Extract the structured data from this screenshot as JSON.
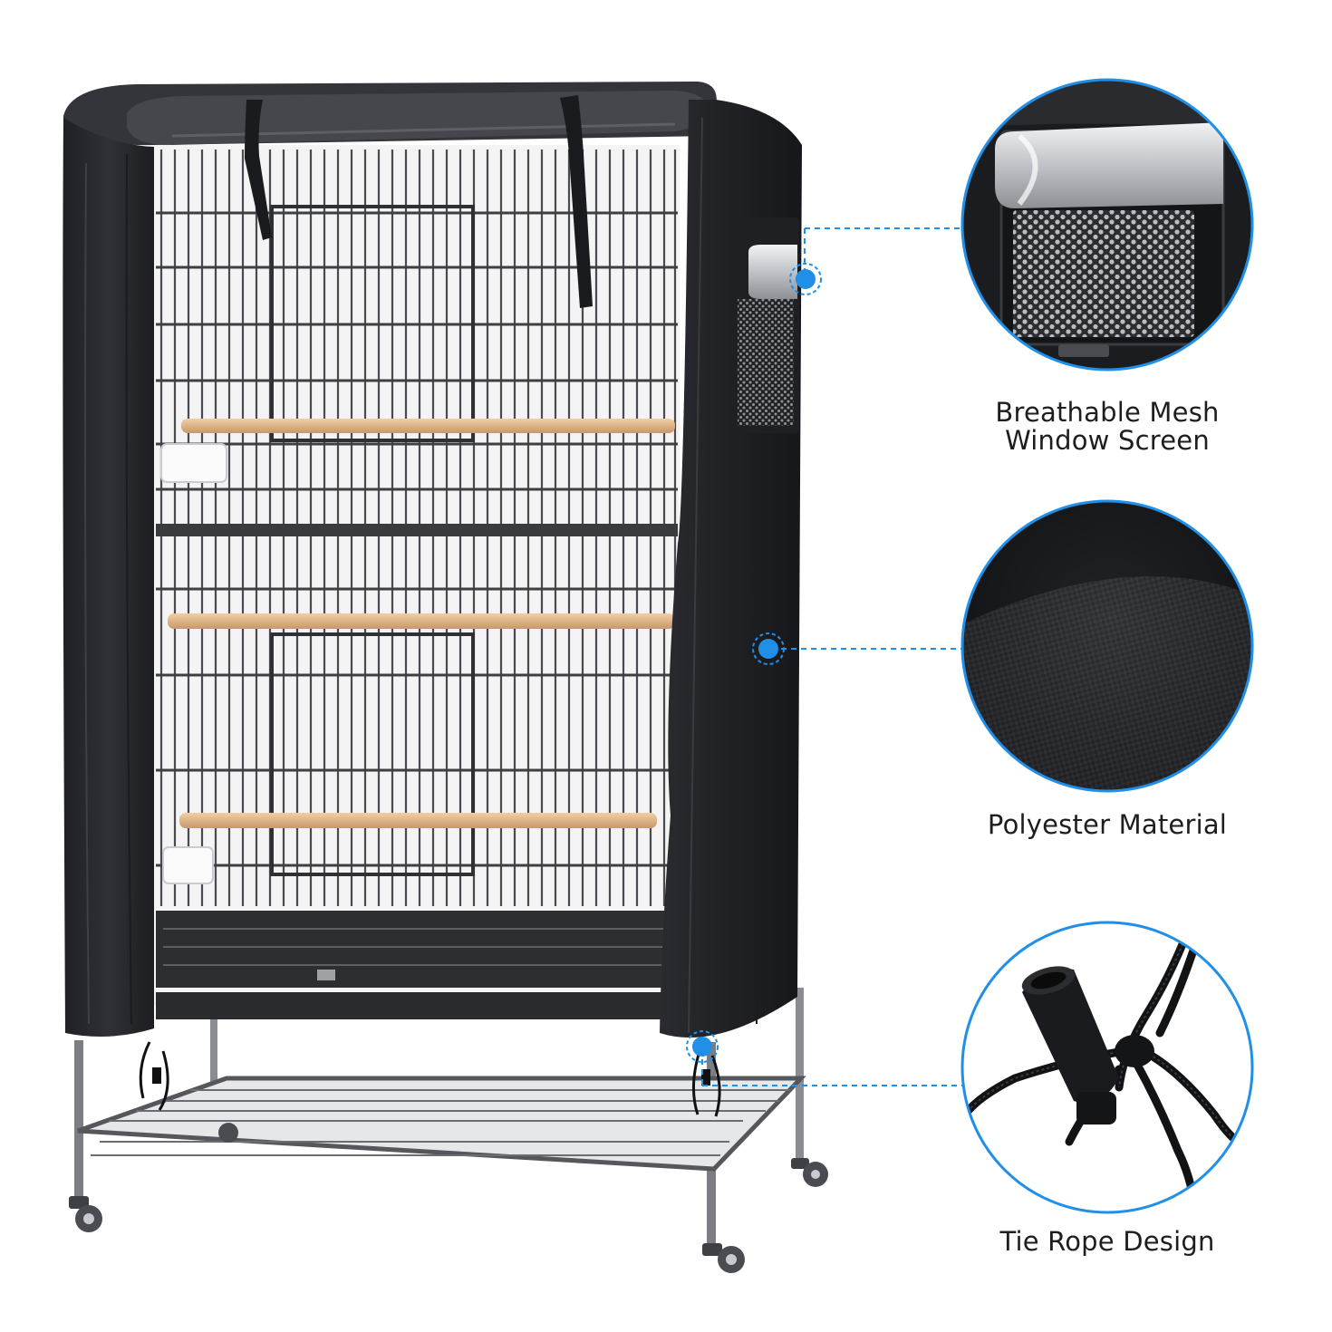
{
  "features": [
    {
      "id": "mesh",
      "lines": [
        "Breathable Mesh",
        "Window Screen"
      ],
      "icon": "mesh-window-detail"
    },
    {
      "id": "polyester",
      "lines": [
        "Polyester Material"
      ],
      "icon": "fabric-texture-detail"
    },
    {
      "id": "rope",
      "lines": [
        "Tie Rope Design"
      ],
      "icon": "rope-toggle-detail"
    }
  ],
  "colors": {
    "accent": "#1f8fe8",
    "cover": "#2b2c30",
    "wire": "#3a3b3f",
    "perch": "#e3b98a",
    "caption": "#1e1e1e",
    "silver": "#d9dbde"
  }
}
